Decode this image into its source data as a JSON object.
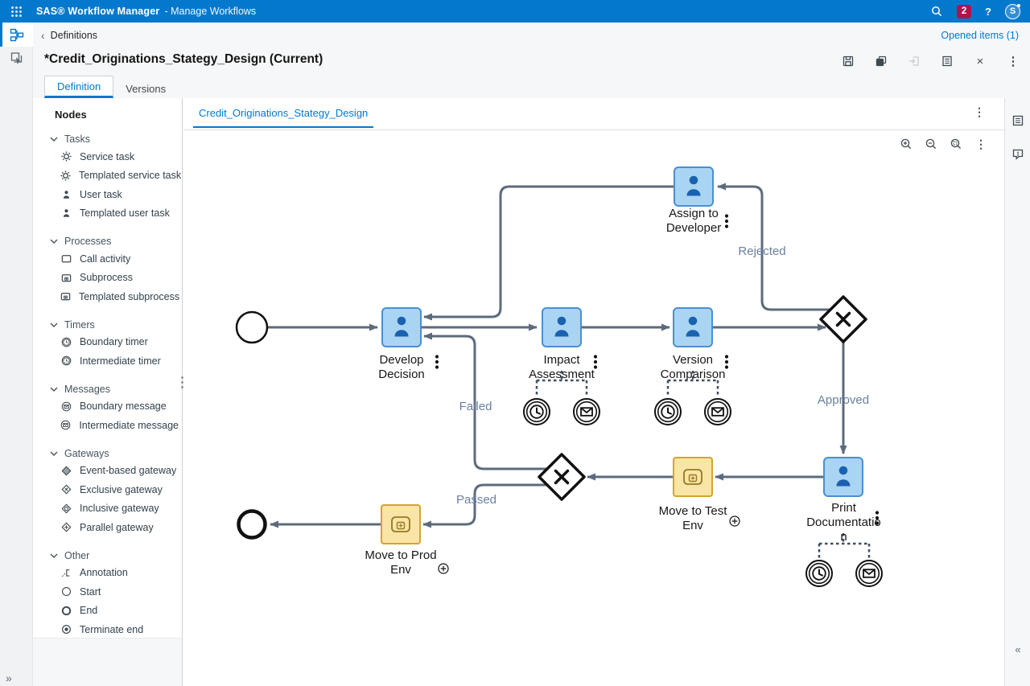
{
  "app_bar": {
    "product": "SAS® Workflow Manager",
    "context": "- Manage Workflows",
    "notification_count": "2",
    "help": "?",
    "user_initial": "S"
  },
  "header": {
    "back_label": "Definitions",
    "opened_items_label": "Opened items (1)",
    "title": "*Credit_Originations_Stategy_Design (Current)"
  },
  "tabs": {
    "definition": "Definition",
    "versions": "Versions"
  },
  "nodes_panel": {
    "title": "Nodes",
    "sections": [
      {
        "label": "Tasks",
        "items": [
          {
            "icon": "service-task-icon",
            "label": "Service task"
          },
          {
            "icon": "templated-service-task-icon",
            "label": "Templated service task"
          },
          {
            "icon": "user-task-icon",
            "label": "User task"
          },
          {
            "icon": "templated-user-task-icon",
            "label": "Templated user task"
          }
        ]
      },
      {
        "label": "Processes",
        "items": [
          {
            "icon": "call-activity-icon",
            "label": "Call activity"
          },
          {
            "icon": "subprocess-icon",
            "label": "Subprocess"
          },
          {
            "icon": "templated-subprocess-icon",
            "label": "Templated subprocess"
          }
        ]
      },
      {
        "label": "Timers",
        "items": [
          {
            "icon": "boundary-timer-icon",
            "label": "Boundary timer"
          },
          {
            "icon": "intermediate-timer-icon",
            "label": "Intermediate timer"
          }
        ]
      },
      {
        "label": "Messages",
        "items": [
          {
            "icon": "boundary-message-icon",
            "label": "Boundary message"
          },
          {
            "icon": "intermediate-message-icon",
            "label": "Intermediate message"
          }
        ]
      },
      {
        "label": "Gateways",
        "items": [
          {
            "icon": "event-based-gateway-icon",
            "label": "Event-based gateway"
          },
          {
            "icon": "exclusive-gateway-icon",
            "label": "Exclusive gateway"
          },
          {
            "icon": "inclusive-gateway-icon",
            "label": "Inclusive gateway"
          },
          {
            "icon": "parallel-gateway-icon",
            "label": "Parallel gateway"
          }
        ]
      },
      {
        "label": "Other",
        "items": [
          {
            "icon": "annotation-icon",
            "label": "Annotation"
          },
          {
            "icon": "start-icon",
            "label": "Start"
          },
          {
            "icon": "end-icon",
            "label": "End"
          },
          {
            "icon": "terminate-end-icon",
            "label": "Terminate end"
          }
        ]
      }
    ]
  },
  "canvas": {
    "tab_label": "Credit_Originations_Stategy_Design"
  },
  "diagram": {
    "nodes": {
      "assign_to_developer": "Assign to Developer",
      "develop_decision": "Develop Decision",
      "impact_assessment": "Impact Assessment",
      "version_comparison": "Version Comparison",
      "print_documentation": "Print Documentation",
      "move_to_test_env": "Move to Test Env",
      "move_to_prod_env": "Move to Prod Env"
    },
    "edge_labels": {
      "rejected": "Rejected",
      "approved": "Approved",
      "failed": "Failed",
      "passed": "Passed"
    }
  },
  "glyphs": {
    "kebab": "⋮",
    "close": "×",
    "back_chevron": "‹",
    "collapse_left": "«",
    "expand_right": "»"
  },
  "colors": {
    "topbar": "#0378CD",
    "accent": "#0378CD",
    "badge": "#B0134B",
    "task_fill": "#A9D5F3",
    "task_border": "#4B8FD1",
    "task_icon": "#1A61B0",
    "subprocess_fill": "#F8E5A7",
    "subprocess_border": "#D2A62D",
    "subprocess_icon": "#99781F",
    "edge": "#5C6B7C",
    "edge_label": "#6A80A0"
  }
}
